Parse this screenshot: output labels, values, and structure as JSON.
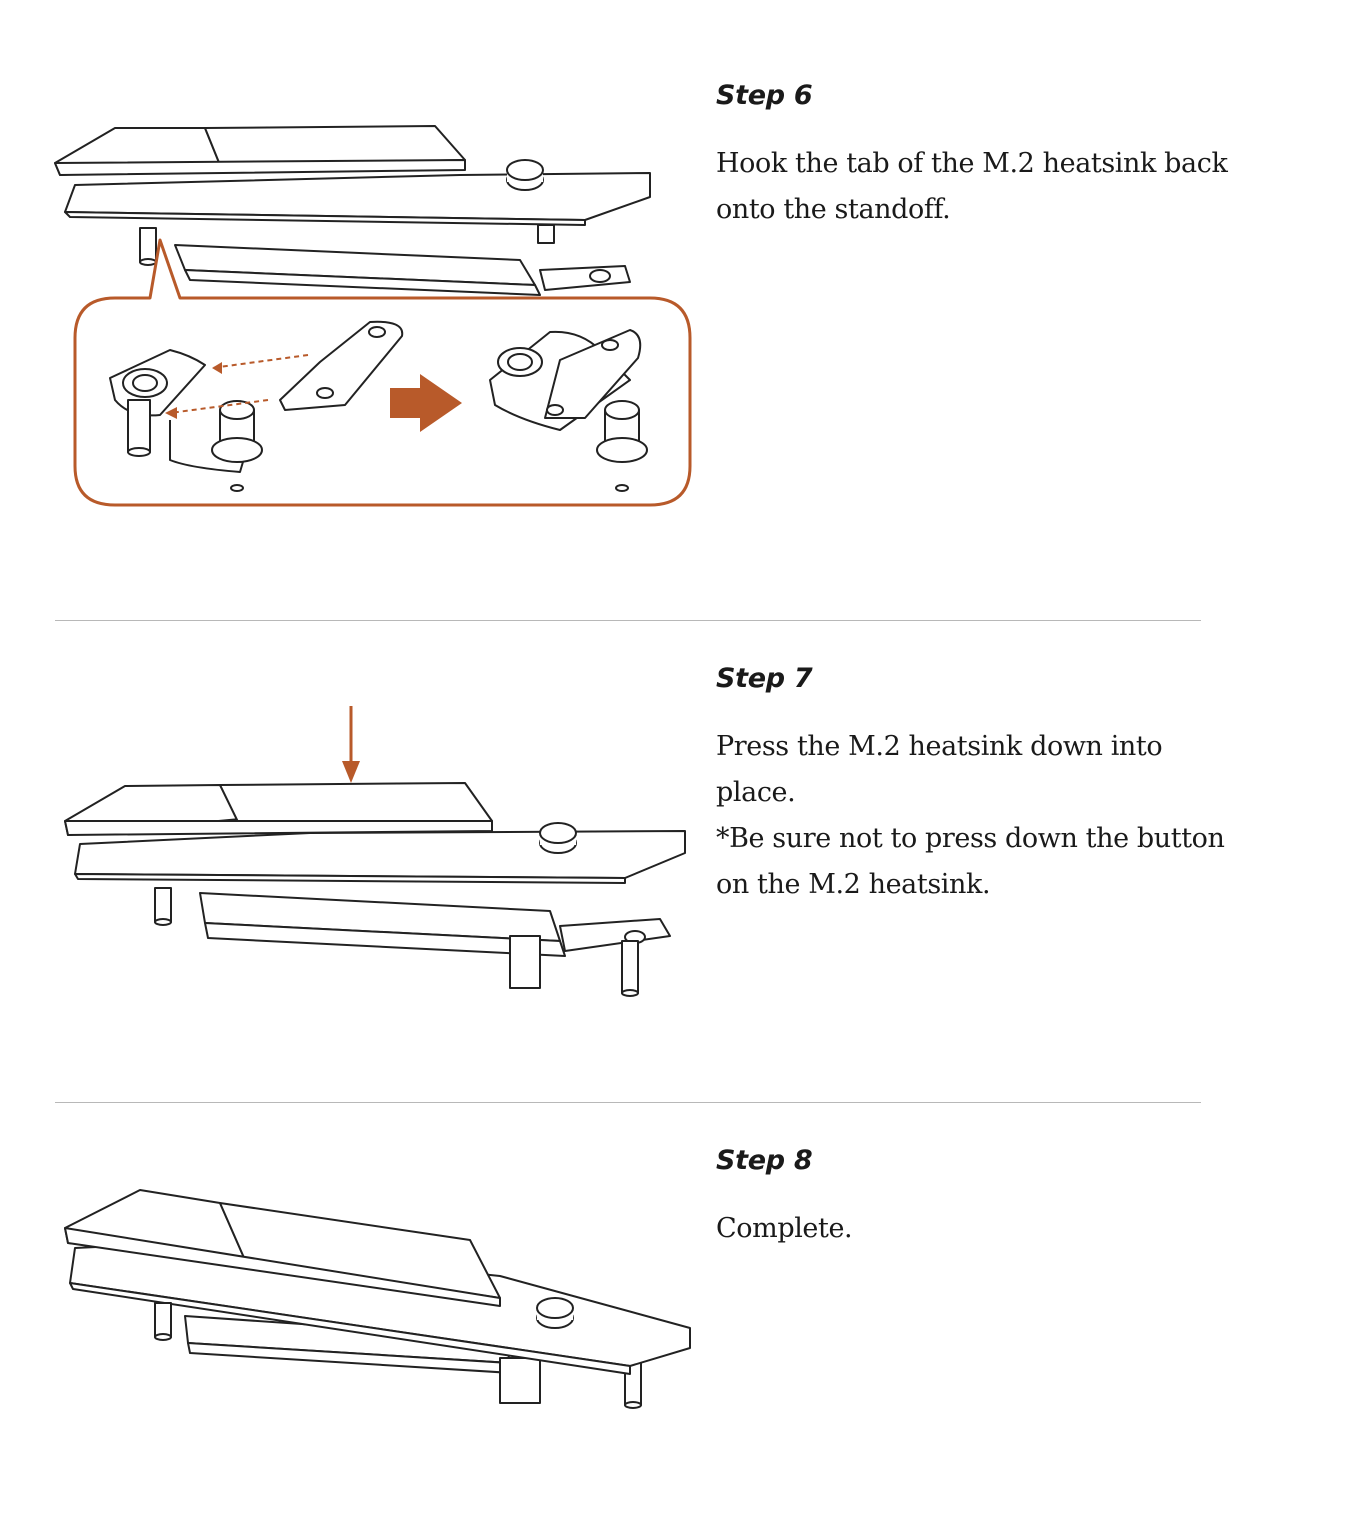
{
  "steps": [
    {
      "title": "Step 6",
      "description": [
        "Hook the tab of the M.2 heatsink back",
        "onto the standoff."
      ],
      "illustration": "heatsink-hook-tab-onto-standoff",
      "accent_color": "#b85a2a"
    },
    {
      "title": "Step 7",
      "description": [
        "Press the M.2 heatsink down into",
        "place."
      ],
      "note": [
        "*Be sure not to press down the button",
        "on the M.2 heatsink."
      ],
      "illustration": "press-heatsink-down",
      "accent_color": "#b85a2a"
    },
    {
      "title": "Step 8",
      "description": [
        "Complete."
      ],
      "illustration": "heatsink-installed-complete"
    }
  ],
  "colors": {
    "accent": "#b85a2a",
    "divider": "#b8b8b8",
    "text": "#1a1a1a"
  }
}
